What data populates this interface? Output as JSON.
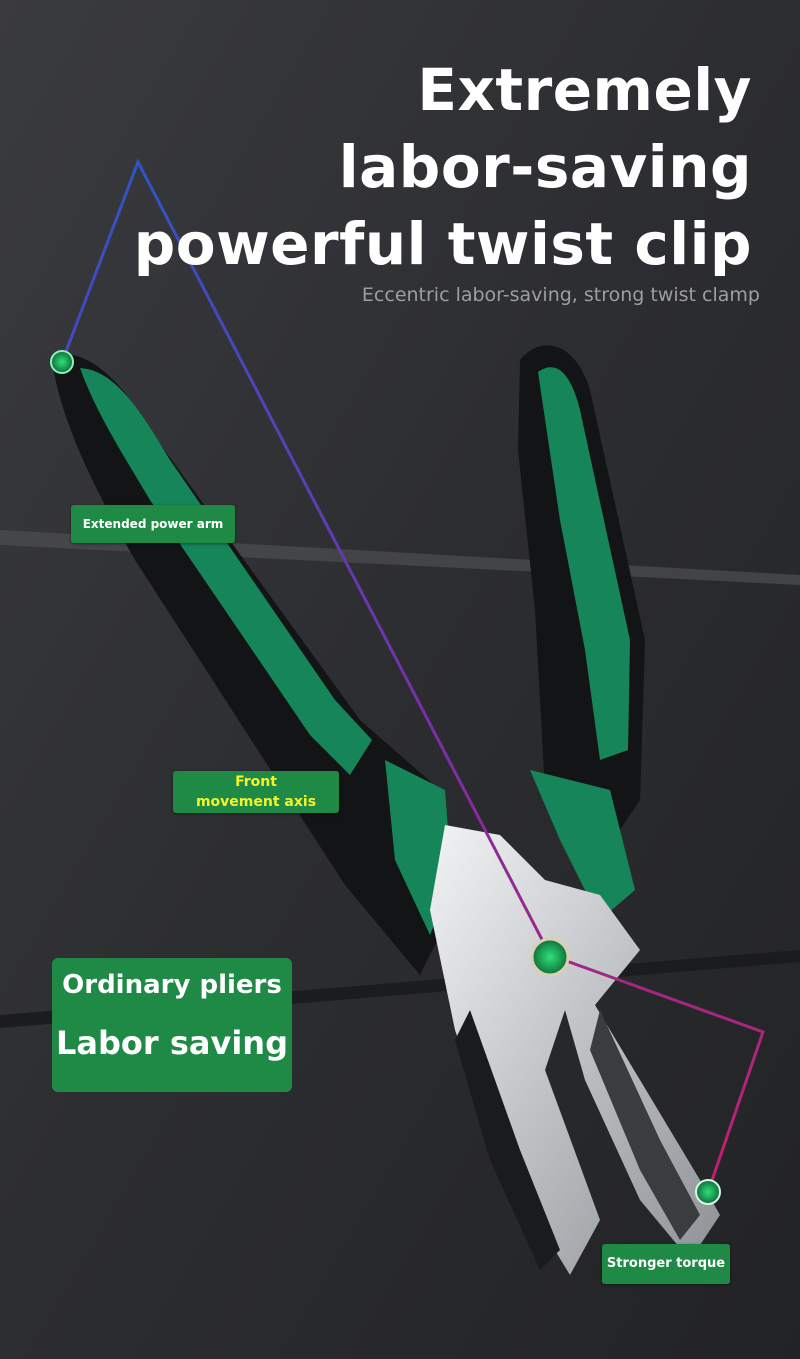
{
  "headline": {
    "line1": "Extremely",
    "line2": "labor-saving",
    "line3": "powerful twist clip",
    "subtitle": "Eccentric labor-saving, strong twist clamp"
  },
  "labels": {
    "power_arm": "Extended power arm",
    "axis_line1": "Front",
    "axis_line2": "movement axis",
    "torque": "Stronger torque"
  },
  "comparison_box": {
    "line1": "Ordinary pliers",
    "line2": "Labor saving"
  },
  "colors": {
    "background": "#2b2c2e",
    "handle_green": "#17855a",
    "label_green": "#1f8a46",
    "steel": "#c9cbce",
    "line_blue": "#2b3fd0",
    "line_magenta": "#c2206b"
  },
  "icons": [
    "pliers-illustration",
    "pivot-point-icon"
  ]
}
